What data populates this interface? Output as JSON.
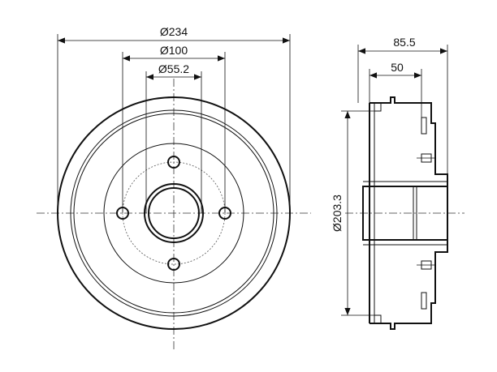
{
  "front_view": {
    "outer_diameter_label": "Ø234",
    "bolt_circle_label": "Ø100",
    "center_bore_label": "Ø55.2"
  },
  "side_view": {
    "total_width_label": "85.5",
    "inner_width_label": "50",
    "drum_inner_diameter_label": "Ø203.3"
  }
}
